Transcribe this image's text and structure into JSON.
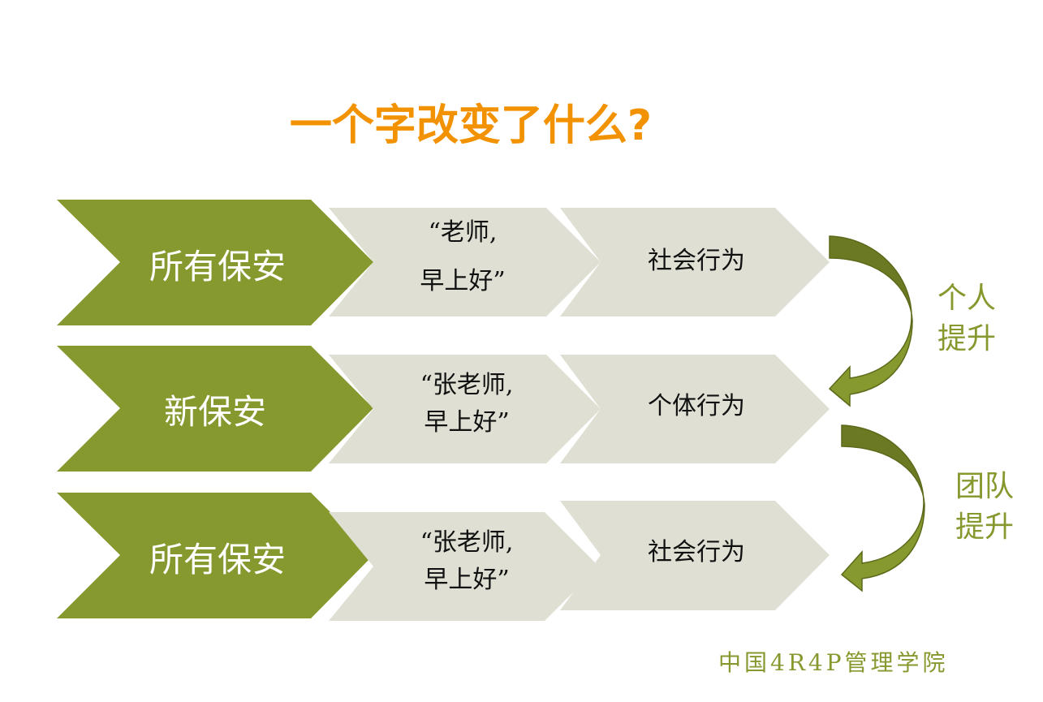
{
  "title": "一个字改变了什么?",
  "rows": [
    {
      "subject": "所有保安",
      "greeting_line1": "“老师,",
      "greeting_line2": "早上好”",
      "behavior": "社会行为"
    },
    {
      "subject": "新保安",
      "greeting_line1": "“张老师,",
      "greeting_line2": "早上好”",
      "behavior": "个体行为"
    },
    {
      "subject": "所有保安",
      "greeting_line1": "“张老师,",
      "greeting_line2": "早上好”",
      "behavior": "社会行为"
    }
  ],
  "transitions": [
    {
      "line1": "个人",
      "line2": "提升"
    },
    {
      "line1": "团队",
      "line2": "提升"
    }
  ],
  "footer": "中国4R4P管理学院",
  "colors": {
    "title": "#f39200",
    "green": "#86992e",
    "grey": "#dfe0d3",
    "arrow_dark": "#6b7a22"
  }
}
